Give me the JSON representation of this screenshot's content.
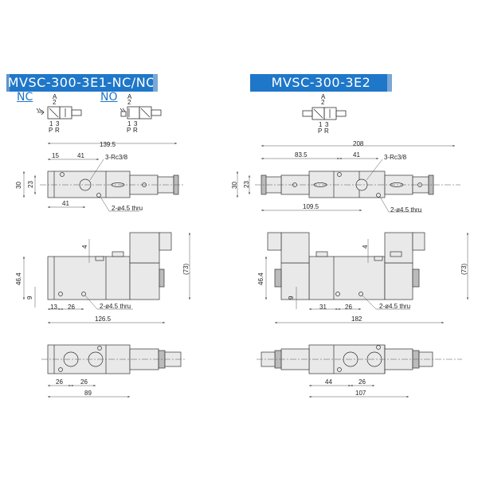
{
  "left": {
    "title": "MVSC-300-3E1-NC/NO",
    "symbols": [
      {
        "label": "NC",
        "port_a": "A",
        "port_a_num": "2",
        "port_p_num": "1",
        "port_r_num": "3",
        "port_p": "P",
        "port_r": "R"
      },
      {
        "label": "NO",
        "port_a": "A",
        "port_a_num": "2",
        "port_p_num": "1",
        "port_r_num": "3",
        "port_p": "P",
        "port_r": "R"
      }
    ],
    "top_view": {
      "overall_length": "139.5",
      "dim_15": "15",
      "dim_41_top": "41",
      "port_callout": "3-Rc3/8",
      "height_30": "30",
      "height_23": "23",
      "dim_41_bottom": "41",
      "hole_callout": "2-ø4.5 thru"
    },
    "side_view": {
      "dim_4": "4",
      "height_46_4": "46.4",
      "height_73": "(73)",
      "dim_9": "9",
      "dim_13": "13",
      "dim_26": "26",
      "hole_callout": "2-ø4.5 thru",
      "overall_length": "126.5"
    },
    "bottom_view": {
      "dim_26a": "26",
      "dim_26b": "26",
      "overall_length": "89"
    }
  },
  "right": {
    "title": "MVSC-300-3E2",
    "symbol": {
      "port_a": "A",
      "port_a_num": "2",
      "port_p_num": "1",
      "port_r_num": "3",
      "port_p": "P",
      "port_r": "R"
    },
    "top_view": {
      "overall_length": "208",
      "dim_83_5": "83.5",
      "dim_41": "41",
      "port_callout": "3-Rc3/8",
      "height_30": "30",
      "height_23": "23",
      "dim_109_5": "109.5",
      "hole_callout": "2-ø4.5 thru"
    },
    "side_view": {
      "dim_4": "4",
      "height_46_4": "46.4",
      "height_73": "(73)",
      "dim_9": "9",
      "dim_31": "31",
      "dim_26": "26",
      "hole_callout": "2-ø4.5 thru",
      "overall_length": "182"
    },
    "bottom_view": {
      "dim_44": "44",
      "dim_26": "26",
      "overall_length": "107"
    }
  },
  "colors": {
    "banner": "#1f77c9",
    "banner_cap": "#7aa7d6",
    "body_fill": "#e9e9e9",
    "line": "#333333"
  }
}
